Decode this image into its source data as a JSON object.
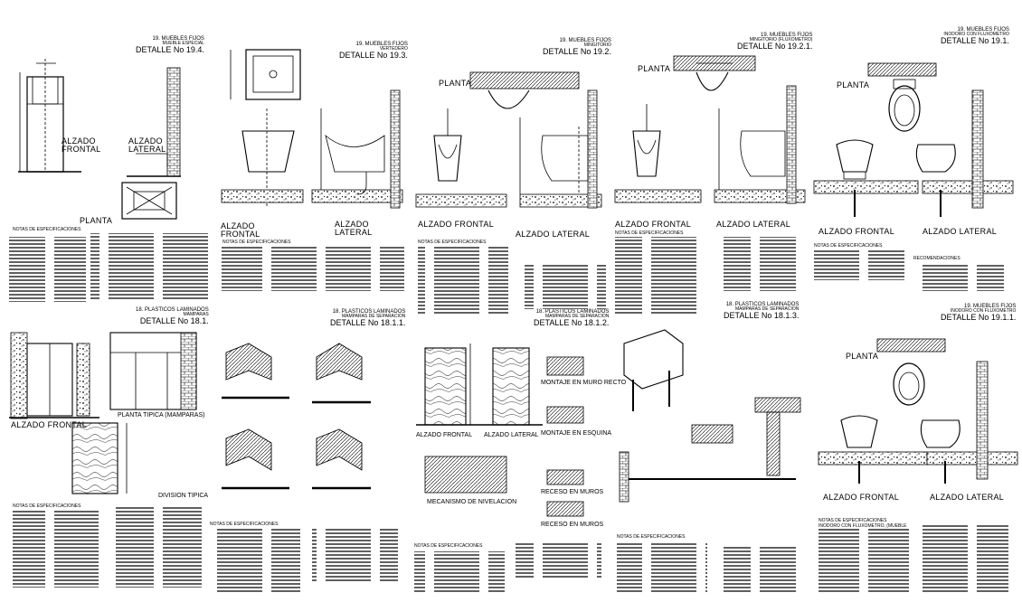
{
  "sheets": {
    "s19_4": {
      "title": "19. MUEBLES FIJOS",
      "sub": "MUEBLE ESPECIAL",
      "ref": "DETALLE No 19.4."
    },
    "s19_3": {
      "title": "19. MUEBLES FIJOS",
      "sub": "VERTEDERO",
      "ref": "DETALLE No 19.3."
    },
    "s19_2": {
      "title": "19. MUEBLES FIJOS",
      "sub": "MINGITORIO",
      "ref": "DETALLE No 19.2."
    },
    "s19_2_1": {
      "title": "19. MUEBLES FIJOS",
      "sub": "MINGITORIO (FLUXOMETRO)",
      "ref": "DETALLE No 19.2.1."
    },
    "s19_1": {
      "title": "19. MUEBLES FIJOS",
      "sub": "INODORO CON FLUXOMETRO",
      "ref": "DETALLE No 19.1."
    },
    "s18_1": {
      "title": "18. PLASTICOS LAMINADOS",
      "sub": "MAMPARAS",
      "ref": "DETALLE No 18.1."
    },
    "s18_1_1": {
      "title": "18. PLASTICOS LAMINADOS",
      "sub": "MAMPARAS DE SEPARACION",
      "ref": "DETALLE No 18.1.1."
    },
    "s18_1_2": {
      "title": "18. PLASTICOS LAMINADOS",
      "sub": "MAMPARAS DE SEPARACION",
      "ref": "DETALLE No 18.1.2."
    },
    "s18_1_3": {
      "title": "18. PLASTICOS LAMINADOS",
      "sub": "MAMPARAS DE SEPARACION",
      "ref": "DETALLE No 18.1.3."
    },
    "s19_1_1": {
      "title": "19. MUEBLES FIJOS",
      "sub": "INODORO CON FLUXOMETRO",
      "ref": "DETALLE No 19.1.1."
    }
  },
  "views": {
    "alzado_frontal": "ALZADO FRONTAL",
    "alzado_lateral": "ALZADO LATERAL",
    "alzado": "ALZADO",
    "frontal": "FRONTAL",
    "lateral": "LATERAL",
    "planta": "PLANTA",
    "planta_tipica": "PLANTA TIPICA (MAMPARAS)",
    "division_tipica": "DIVISION TIPICA",
    "montaje_recto": "MONTAJE EN MURO RECTO",
    "montaje_esquina": "MONTAJE EN ESQUINA",
    "receso": "RECESO EN MUROS",
    "mecanismo": "MECANISMO DE NIVELACION"
  },
  "notes": {
    "notas": "NOTAS DE ESPECIFICACIONES",
    "flux": "INODORO CON FLUXOMETRO, (MUEBLE",
    "reco": "RECOMENDACIONES"
  },
  "colors": {
    "line": "#000000",
    "paper": "#ffffff",
    "hatch": "#555555"
  }
}
